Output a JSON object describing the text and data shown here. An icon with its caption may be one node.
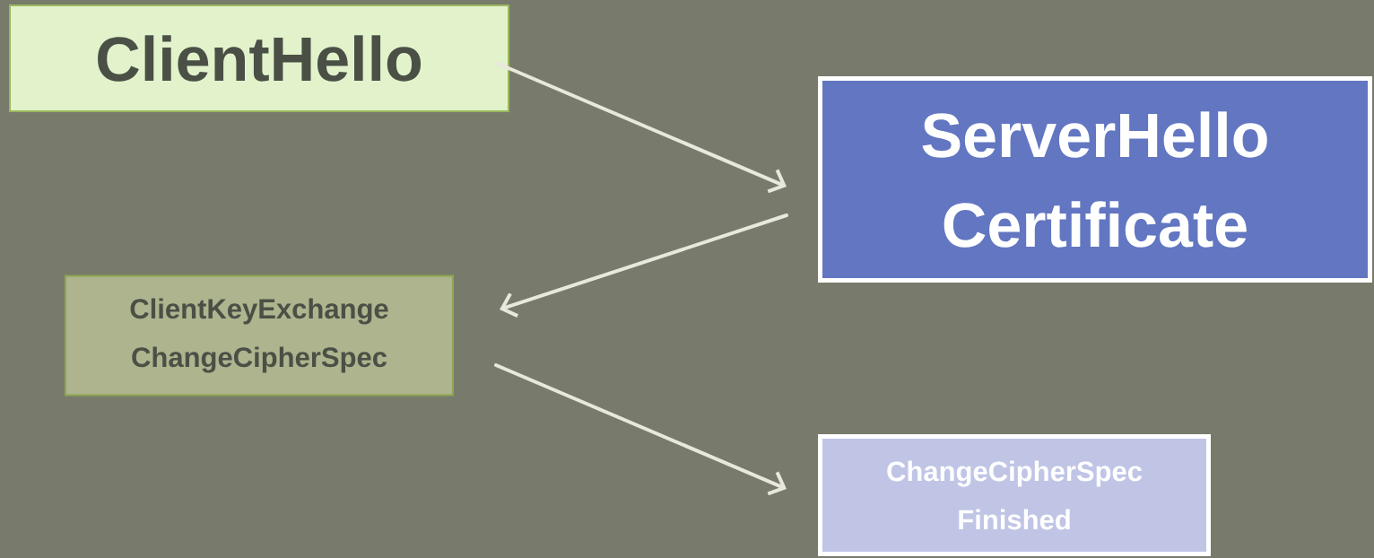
{
  "diagram": {
    "nodes": [
      {
        "text": [
          "ClientHello"
        ]
      },
      {
        "text": [
          "ServerHello",
          "Certificate"
        ]
      },
      {
        "text": [
          "ClientKeyExchange",
          "ChangeCipherSpec"
        ]
      },
      {
        "text": [
          "ChangeCipherSpec",
          "Finished"
        ]
      }
    ],
    "edges": [
      {
        "from": 0,
        "to": 1,
        "arrow": "to"
      },
      {
        "from": 1,
        "to": 2,
        "arrow": "to"
      },
      {
        "from": 2,
        "to": 3,
        "arrow": "to"
      }
    ]
  }
}
